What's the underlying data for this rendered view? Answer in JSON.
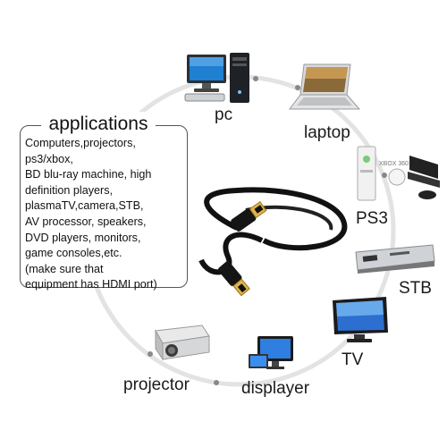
{
  "applications": {
    "title": "applications",
    "lines": [
      "Computers,projectors,",
      "ps3/xbox,",
      "BD blu-ray machine, high",
      "definition players,",
      "plasmaTV,camera,STB,",
      "AV processor, speakers,",
      "DVD players, monitors,",
      "game consoles,etc.",
      "(make sure that",
      "equipment has HDMI port)"
    ]
  },
  "devices": {
    "pc": "pc",
    "laptop": "laptop",
    "ps3": "PS3",
    "stb": "STB",
    "tv": "TV",
    "displayer": "displayer",
    "projector": "projector"
  },
  "logos": {
    "xbox": "XBOX 360"
  }
}
